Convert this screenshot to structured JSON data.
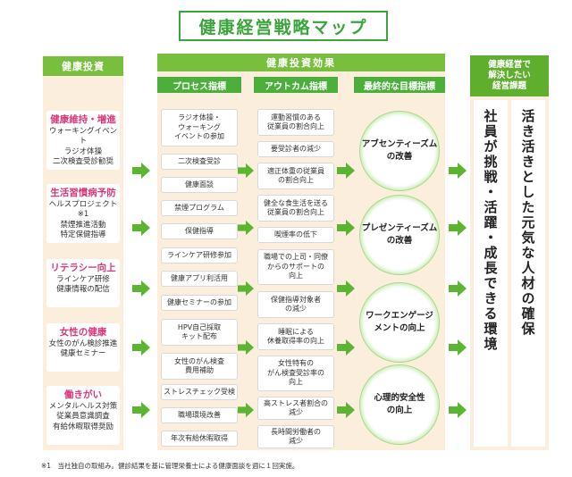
{
  "title": "健康経営戦略マップ",
  "headers": {
    "investment": "健康投資",
    "effect": "健康投資効果",
    "process": "プロセス指標",
    "outcome": "アウトカム指標",
    "goal": "最終的な目標指標",
    "issue_line1": "健康経営で",
    "issue_line2": "解決したい",
    "issue_line3": "経営課題"
  },
  "investments": [
    {
      "title": "健康維持・増進",
      "lines": [
        "ウォーキングイベント",
        "ラジオ体操",
        "二次検査受診勧奨"
      ]
    },
    {
      "title": "生活習慣病予防",
      "lines": [
        "ヘルスプロジェクト※1",
        "禁煙推進活動",
        "特定保健指導"
      ]
    },
    {
      "title": "リテラシー向上",
      "lines": [
        "ラインケア研修",
        "健康情報の配信"
      ]
    },
    {
      "title": "女性の健康",
      "lines": [
        "女性のがん検診推進",
        "健康セミナー"
      ]
    },
    {
      "title": "働きがい",
      "lines": [
        "メンタルヘルス対策",
        "従業員意識調査",
        "有給休暇取得奨励"
      ]
    }
  ],
  "process": [
    "ラジオ体操・\nウォーキング\nイベントの参加",
    "二次検査受診",
    "健康面談",
    "禁煙プログラム",
    "保健指導",
    "ラインケア研修参加",
    "健康アプリ利活用",
    "健康セミナーの参加",
    "HPV自己採取\nキット配布",
    "女性のがん検査\n費用補助",
    "ストレスチェック受検",
    "職場環境改善",
    "年次有給休暇取得"
  ],
  "outcome": [
    "運動習慣のある\n従業員の割合向上",
    "要受診者の減少",
    "適正体重の従業員\nの割合向上",
    "健全な食生活を送る\n従業員の割合向上",
    "喫煙率の低下",
    "職場での上司・同僚\nからのサポートの\n向上",
    "保健指導対象者\nの減少",
    "睡眠による\n休養取得率の向上",
    "女性特有の\nがん検査受診率の\n向上",
    "高ストレス者割合の\n減少",
    "長時間労働者の\n減少"
  ],
  "goals": [
    "アブセンティーズム\nの改善",
    "プレゼンティーズム\nの改善",
    "ワークエンゲージ\nメントの向上",
    "心理的安全性\nの向上"
  ],
  "issues": [
    "社員が挑戦・活躍・成長できる環境",
    "活き活きとした元気な人材の確保"
  ],
  "footnote": "※1　当社独自の取組み。健診結果を基に管理栄養士による健康面談を週に１回実施。",
  "colors": {
    "accent": "#3aa53a",
    "header": "#79bf3e",
    "pink": "#d63a7a",
    "beige": "#fbeedd"
  }
}
